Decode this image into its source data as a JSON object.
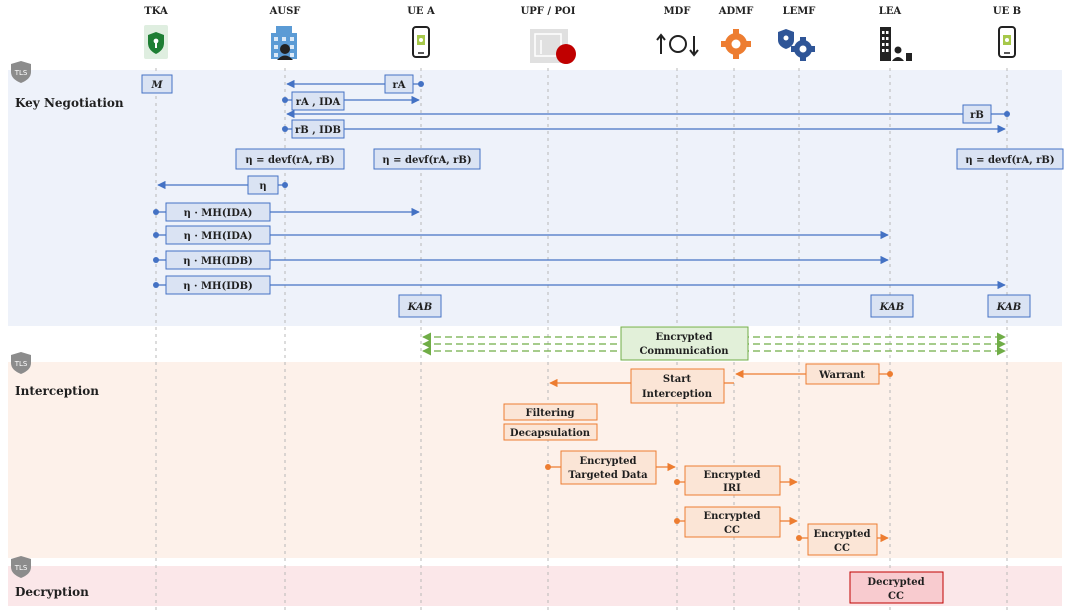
{
  "entities": [
    {
      "id": "tka",
      "label": "TKA",
      "icon": "shield-lock-phone-icon"
    },
    {
      "id": "ausf",
      "label": "AUSF",
      "icon": "building-user-icon"
    },
    {
      "id": "uea",
      "label": "UE A",
      "icon": "smartphone-icon"
    },
    {
      "id": "upf",
      "label": "UPF / POI",
      "icon": "router-icon"
    },
    {
      "id": "mdf",
      "label": "MDF",
      "icon": "sync-arrows-icon"
    },
    {
      "id": "admf",
      "label": "ADMF",
      "icon": "gear-icon"
    },
    {
      "id": "lemf",
      "label": "LEMF",
      "icon": "police-gear-icon"
    },
    {
      "id": "lea",
      "label": "LEA",
      "icon": "police-building-icon"
    },
    {
      "id": "ueb",
      "label": "UE B",
      "icon": "smartphone-icon"
    }
  ],
  "phases": [
    {
      "id": "key-negotiation",
      "label": "Key Negotiation",
      "badge": "TLS",
      "color": "#eef2fa"
    },
    {
      "id": "interception",
      "label": "Interception",
      "badge": "TLS",
      "color": "#fdf1ea"
    },
    {
      "id": "decryption",
      "label": "Decryption",
      "badge": "TLS",
      "color": "#fbe7e9"
    }
  ],
  "colors": {
    "blue_box_fill": "#dae3f3",
    "blue_box_stroke": "#4472c4",
    "blue_arrow": "#4472c4",
    "green_box_fill": "#e2f0d9",
    "green_box_stroke": "#70ad47",
    "orange_box_fill": "#fbe5d6",
    "orange_box_stroke": "#ed7d31",
    "red_box_fill": "#f8cbcf",
    "red_box_stroke": "#c00000"
  },
  "messages": {
    "m": "M",
    "r_a": "rA",
    "ra_ida": "rA , IDA",
    "r_b": "rB",
    "rb_idb": "rB , IDB",
    "eta_devf_ausf": "η = devf(rA, rB)",
    "eta_devf_uea": "η = devf(rA, rB)",
    "eta_devf_ueb": "η = devf(rA, rB)",
    "eta": "η",
    "eta_mh_ida_1": "η · MH(IDA)",
    "eta_mh_ida_2": "η · MH(IDA)",
    "eta_mh_idb_1": "η · MH(IDB)",
    "eta_mh_idb_2": "η · MH(IDB)",
    "kab_uea": "KAB",
    "kab_lea": "KAB",
    "kab_ueb": "KAB",
    "encrypted_communication_1": "Encrypted",
    "encrypted_communication_2": "Communication",
    "warrant": "Warrant",
    "start_interception_1": "Start",
    "start_interception_2": "Interception",
    "filtering": "Filtering",
    "decapsulation": "Decapsulation",
    "encrypted_targeted_data_1": "Encrypted",
    "encrypted_targeted_data_2": "Targeted Data",
    "encrypted_iri_1": "Encrypted",
    "encrypted_iri_2": "IRI",
    "encrypted_cc_mdf_1": "Encrypted",
    "encrypted_cc_mdf_2": "CC",
    "encrypted_cc_lemf_1": "Encrypted",
    "encrypted_cc_lemf_2": "CC",
    "decrypted_cc_1": "Decrypted",
    "decrypted_cc_2": "CC"
  }
}
